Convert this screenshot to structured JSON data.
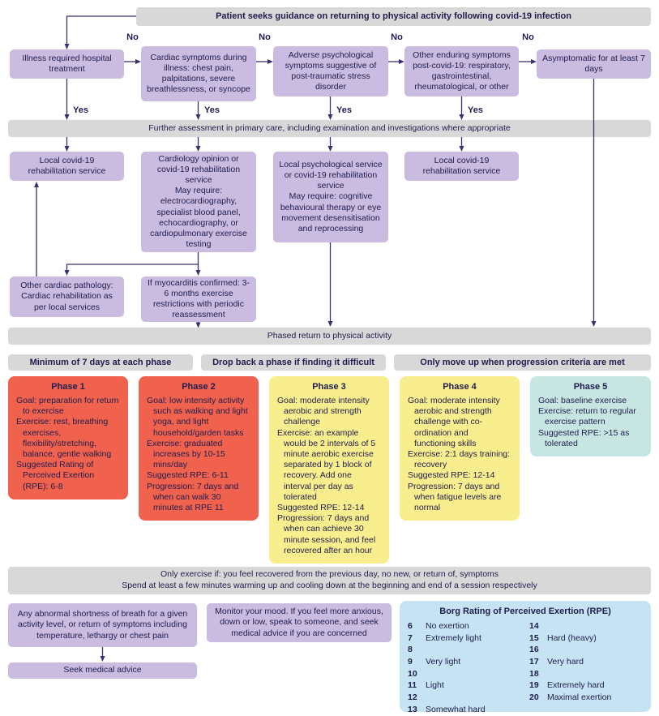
{
  "colors": {
    "banner_gray": "#d9d8d8",
    "purple": "#c9bce0",
    "red": "#f0624d",
    "yellow": "#f8ee8d",
    "teal": "#c7e6e2",
    "blue": "#c5e3f2",
    "line": "#3d2f71",
    "text": "#1f1c4d"
  },
  "labels": {
    "no": "No",
    "yes": "Yes"
  },
  "top_banner": "Patient seeks guidance on returning to physical activity following covid-19 infection",
  "row1": [
    "Illness required hospital treatment",
    "Cardiac symptoms during illness: chest pain, palpitations, severe breathlessness, or syncope",
    "Adverse psychological symptoms suggestive of post-traumatic stress disorder",
    "Other enduring symptoms post-covid-19: respiratory, gastrointestinal, rheumatological, or other",
    "Asymptomatic for at least 7 days"
  ],
  "assessment_banner": "Further assessment in primary care, including examination and investigations where appropriate",
  "row2": [
    {
      "lines": [
        "Local covid-19 rehabilitation service"
      ]
    },
    {
      "lines": [
        "Cardiology opinion or covid-19 rehabilitation service",
        "May require: electrocardiography, specialist blood panel, echocardiography, or cardiopulmonary exercise testing"
      ]
    },
    {
      "lines": [
        "Local psychological service or covid-19 rehabilitation service",
        "May require: cognitive behavioural therapy or eye movement desensitisation and reprocessing"
      ]
    },
    {
      "lines": [
        "Local covid-19 rehabilitation service"
      ]
    }
  ],
  "row3": [
    "Other cardiac pathology: Cardiac rehabilitation as per local services",
    "If myocarditis confirmed: 3-6 months exercise restrictions with periodic reassessment"
  ],
  "phased_banner": "Phased return to physical activity",
  "criteria": [
    "Minimum of 7 days at each phase",
    "Drop back a phase if finding it difficult",
    "Only move up when progression criteria are met"
  ],
  "phases": [
    {
      "title": "Phase 1",
      "items": [
        "Goal: preparation for return to exercise",
        "Exercise: rest, breathing exercises, flexibility/stretching, balance, gentle walking",
        "Suggested Rating of Perceived Exertion (RPE): 6-8"
      ]
    },
    {
      "title": "Phase 2",
      "items": [
        "Goal: low intensity activity such as walking and light yoga, and light household/garden tasks",
        "Exercise: graduated increases by 10-15 mins/day",
        "Suggested RPE: 6-11",
        "Progression: 7 days and when can walk 30 minutes at RPE 11"
      ]
    },
    {
      "title": "Phase 3",
      "items": [
        "Goal: moderate intensity aerobic and strength challenge",
        "Exercise: an example would be 2 intervals of 5 minute aerobic exercise separated by 1 block of recovery. Add one interval per day as tolerated",
        "Suggested RPE: 12-14",
        "Progression: 7 days and when can achieve 30 minute session, and feel recovered after an hour"
      ]
    },
    {
      "title": "Phase 4",
      "items": [
        "Goal: moderate intensity aerobic and strength challenge with co-ordination and functioning skills",
        "Exercise: 2:1 days training: recovery",
        "Suggested RPE: 12-14",
        "Progression: 7 days and when fatigue levels are normal"
      ]
    },
    {
      "title": "Phase 5",
      "items": [
        "Goal: baseline exercise",
        "Exercise: return to regular exercise pattern",
        "Suggested RPE: >15 as tolerated"
      ]
    }
  ],
  "exercise_note": [
    "Only exercise if: you feel recovered from the previous day, no new, or return of, symptoms",
    "Spend at least a few minutes warming up and cooling down at the beginning and end of a session respectively"
  ],
  "warning": {
    "symptoms": "Any abnormal shortness of breath for a given activity level, or return of symptoms including temperature, lethargy or chest pain",
    "action": "Seek medical advice",
    "mood": "Monitor your mood. If you feel more anxious, down or low, speak to someone, and seek medical advice if you are concerned"
  },
  "borg": {
    "title": "Borg Rating of Perceived Exertion (RPE)",
    "left": [
      {
        "n": "6",
        "t": "No exertion"
      },
      {
        "n": "7",
        "t": "Extremely light"
      },
      {
        "n": "8",
        "t": ""
      },
      {
        "n": "9",
        "t": "Very light"
      },
      {
        "n": "10",
        "t": ""
      },
      {
        "n": "11",
        "t": "Light"
      },
      {
        "n": "12",
        "t": ""
      },
      {
        "n": "13",
        "t": "Somewhat hard"
      }
    ],
    "right": [
      {
        "n": "14",
        "t": ""
      },
      {
        "n": "15",
        "t": "Hard (heavy)"
      },
      {
        "n": "16",
        "t": ""
      },
      {
        "n": "17",
        "t": "Very hard"
      },
      {
        "n": "18",
        "t": ""
      },
      {
        "n": "19",
        "t": "Extremely hard"
      },
      {
        "n": "20",
        "t": "Maximal exertion"
      }
    ]
  }
}
